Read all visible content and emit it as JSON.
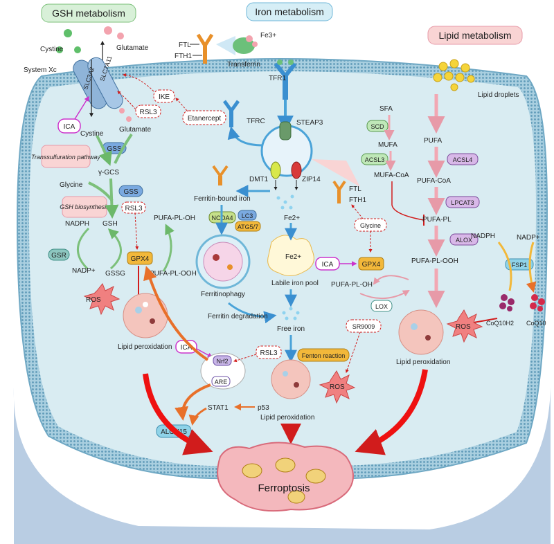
{
  "headers": {
    "gsh": "GSH metabolism",
    "iron": "Iron metabolism",
    "lipid": "Lipid metabolism"
  },
  "gsh": {
    "cystine_out": "Cystine",
    "glutamate_out": "Glutamate",
    "system_xc": "System Xc",
    "slc7a11": "SLC7A11",
    "slc3a2": "SLC3A2",
    "ike": "IKE",
    "rsl3_top": "RSL3",
    "etanercept": "Etanercept",
    "ica_top": "ICA",
    "cystine_in": "Cystine",
    "glutamate_in": "Glutamate",
    "gss1": "GSS",
    "transsulfuration": "Transsulfuration pathway",
    "ygcs": "γ-GCS",
    "glycine": "Glycine",
    "gss2": "GSS",
    "gsh_biosynthesis": "GSH biosynthesis",
    "rsl3_mid": "RSL3",
    "gsh": "GSH",
    "nadph": "NADPH",
    "gsr": "GSR",
    "gpx4": "GPX4",
    "nadp": "NADP+",
    "gssg": "GSSG",
    "pufa_pl_oh": "PUFA-PL-OH",
    "pufa_pl_ooh": "PUFA-PL-OOH",
    "ros": "ROS",
    "lipid_perox": "Lipid peroxidation",
    "ica_nrf2": "ICA",
    "nrf2": "Nrf2",
    "are": "ARE",
    "rsl3_nrf2": "RSL3",
    "stat1": "STAT1",
    "p53": "p53",
    "alox15": "ALOX15"
  },
  "iron": {
    "ftl": "FTL",
    "fth1": "FTH1",
    "fe3": "Fe3+",
    "transferrin": "Transferrin",
    "tfr1": "TFR1",
    "tfrc": "TFRC",
    "steap3": "STEAP3",
    "dmt1": "DMT1",
    "zip14": "ZIP14",
    "fe2": "Fe2+",
    "ftl2": "FTL",
    "fth1_2": "FTH1",
    "ferritin_bound": "Ferritin-bound iron",
    "ncoa4": "NCOA4",
    "lc3": "LC3",
    "atg": "ATG5/7",
    "ferritinophagy": "Ferritinophagy",
    "labile_fe": "Fe2+",
    "labile_pool": "Labile iron pool",
    "ferritin_degradation": "Ferritin degradation",
    "free_iron": "Free iron",
    "fenton": "Fenton reaction",
    "ros": "ROS",
    "sr9009": "SR9009",
    "lipid_perox": "Lipid peroxidation",
    "glycine": "Glycine",
    "ica": "ICA",
    "gpx4": "GPX4",
    "pufa_pl_oh": "PUFA-PL-OH",
    "lox": "LOX"
  },
  "lipid": {
    "droplets": "Lipid droplets",
    "sfa": "SFA",
    "scd": "SCD",
    "mufa": "MUFA",
    "acsl3": "ACSL3",
    "mufa_coa": "MUFA-CoA",
    "pufa": "PUFA",
    "acsl4": "ACSL4",
    "pufa_coa": "PUFA-CoA",
    "lpcat3": "LPCAT3",
    "pufa_pl": "PUFA-PL",
    "alox": "ALOX",
    "pufa_pl_ooh": "PUFA-PL-OOH",
    "nadph": "NADPH",
    "nadp": "NADP+",
    "fsp1": "FSP1",
    "coq10h2": "CoQ10H2",
    "coq10": "CoQ10",
    "ros": "ROS",
    "lipid_perox": "Lipid peroxidation"
  },
  "outcome": {
    "ferroptosis": "Ferroptosis"
  },
  "colors": {
    "membrane": "#9cc7d8",
    "cytoplasm": "#d9ecf2",
    "header_green": "#d8f0d8",
    "header_blue": "#d6eef6",
    "header_pink": "#f9d4d4",
    "arrow_blue": "#4aa3d8",
    "arrow_green": "#7cc07a",
    "arrow_pink": "#f2a7b3",
    "arrow_orange": "#e8702a",
    "inhibit_red": "#d11c1c",
    "ica_magenta": "#cc33cc"
  }
}
